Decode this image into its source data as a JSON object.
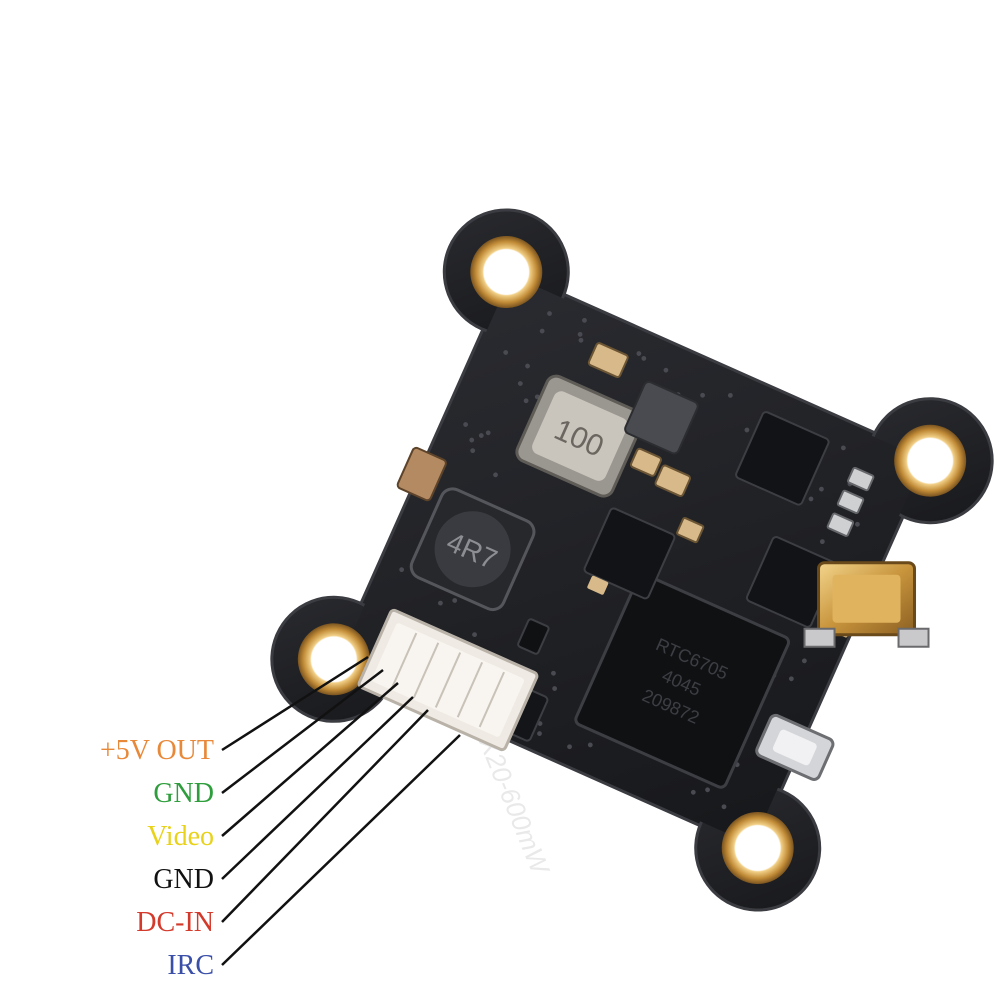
{
  "board": {
    "silkscreen": "VTX20-600mW",
    "inductor_top_marking": "100",
    "inductor_bottom_marking": "4R7",
    "main_chip_marking": [
      "RTC6705",
      "4045",
      "209872"
    ]
  },
  "pins": [
    {
      "label": "+5V OUT",
      "color": "#e8893a"
    },
    {
      "label": "GND",
      "color": "#2e9e3c"
    },
    {
      "label": "Video",
      "color": "#e8d21a"
    },
    {
      "label": "GND",
      "color": "#111111"
    },
    {
      "label": "DC-IN",
      "color": "#d33a2c"
    },
    {
      "label": "IRC",
      "color": "#3a4fa8"
    }
  ],
  "colors": {
    "pcb": "#1f2024",
    "pcb_edge": "#34353a",
    "gold": "#c89a4a",
    "connector": "#efeae3",
    "wire": "#111111"
  }
}
